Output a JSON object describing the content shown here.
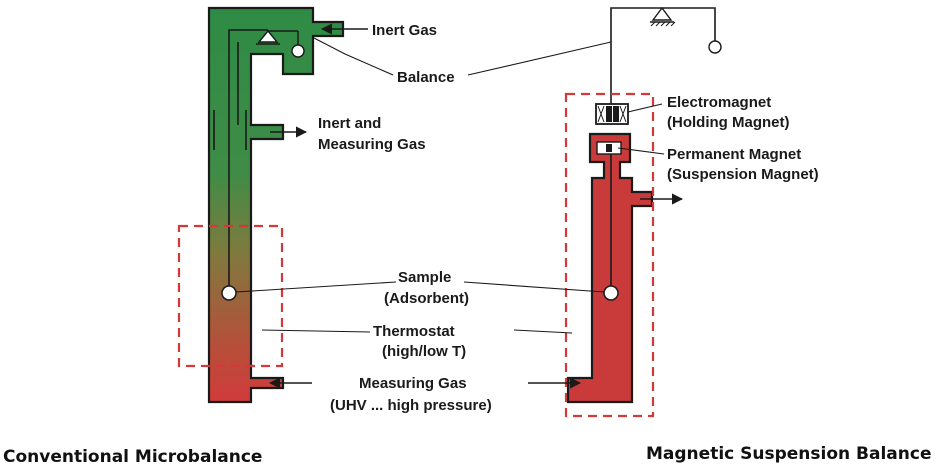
{
  "labels": {
    "inert_gas": "Inert Gas",
    "balance": "Balance",
    "inert_measuring_gas_1": "Inert and",
    "inert_measuring_gas_2": "Measuring Gas",
    "electromagnet_1": "Electromagnet",
    "electromagnet_2": "(Holding Magnet)",
    "permanent_magnet_1": "Permanent Magnet",
    "permanent_magnet_2": "(Suspension Magnet)",
    "sample_1": "Sample",
    "sample_2": "(Adsorbent)",
    "thermostat_1": "Thermostat",
    "thermostat_2": "(high/low T)",
    "measuring_gas_1": "Measuring Gas",
    "measuring_gas_2": "(UHV ... high pressure)"
  },
  "captions": {
    "left": "Conventional Microbalance",
    "right": "Magnetic Suspension Balance"
  },
  "colors": {
    "green": "#2e8b45",
    "red": "#c93a3a",
    "dashed_frame": "#d23a3a"
  }
}
